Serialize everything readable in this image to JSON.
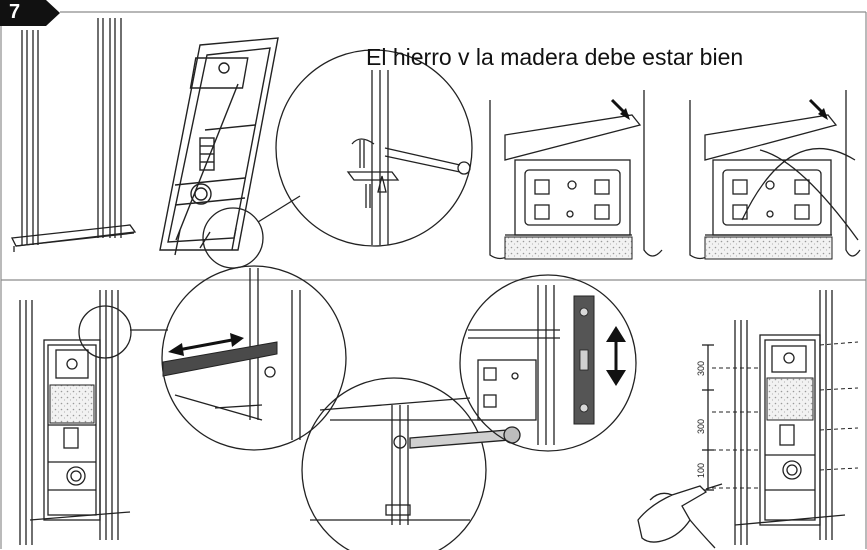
{
  "step": {
    "number": "7"
  },
  "caption": {
    "text": "El hierro v la madera debe estar bien"
  },
  "dimensions": {
    "label_a": "300",
    "label_b": "300",
    "label_c": "100"
  },
  "colors": {
    "line": "#222222",
    "badge": "#111111",
    "panel_border": "#999999",
    "insulation": "#e6e6e6"
  }
}
